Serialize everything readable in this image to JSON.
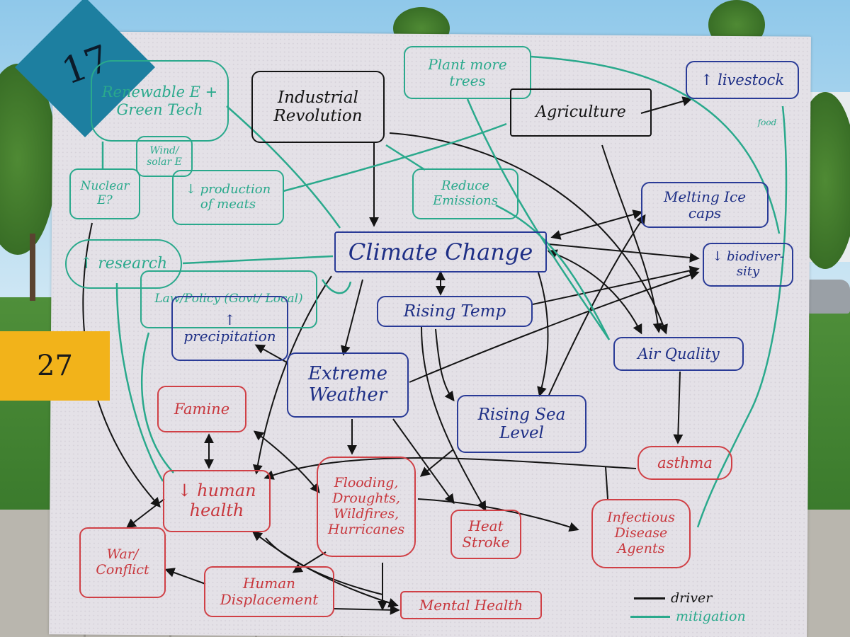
{
  "stickies": {
    "top_left": "17",
    "left_side": "27"
  },
  "nodes": {
    "renewable": "Renewable E + Green Tech",
    "nuclear": "Nuclear E?",
    "wind_solar": "Wind/ solar E",
    "production_meats": "↓ production of meats",
    "research": "↑ research",
    "law_policy": "Law/Policy (Govt/ Local)",
    "plant_trees": "Plant more trees",
    "reduce_emissions": "Reduce Emissions",
    "industrial_revolution": "Industrial Revolution",
    "agriculture": "Agriculture",
    "livestock": "↑ livestock",
    "food": "food",
    "melting_ice": "Melting Ice caps",
    "climate_change": "Climate Change",
    "biodiversity": "↓ biodiver- sity",
    "rising_temp": "Rising Temp",
    "precipitation": "↑ precipitation",
    "air_quality": "Air Quality",
    "extreme_weather": "Extreme Weather",
    "rising_sea_level": "Rising Sea Level",
    "famine": "Famine",
    "human_health": "↓ human health",
    "flooding": "Flooding, Droughts, Wildfires, Hurricanes",
    "heat_stroke": "Heat Stroke",
    "asthma": "asthma",
    "infectious": "Infectious Disease Agents",
    "war": "War/ Conflict",
    "displacement": "Human Displacement",
    "mental_health": "Mental Health"
  },
  "legend": {
    "driver": "driver",
    "mitigation": "mitigation"
  },
  "colors": {
    "teal": "#2aa98c",
    "blue": "#2a3b97",
    "black": "#141414",
    "red": "#d04046",
    "poster": "#e4e1e7"
  }
}
